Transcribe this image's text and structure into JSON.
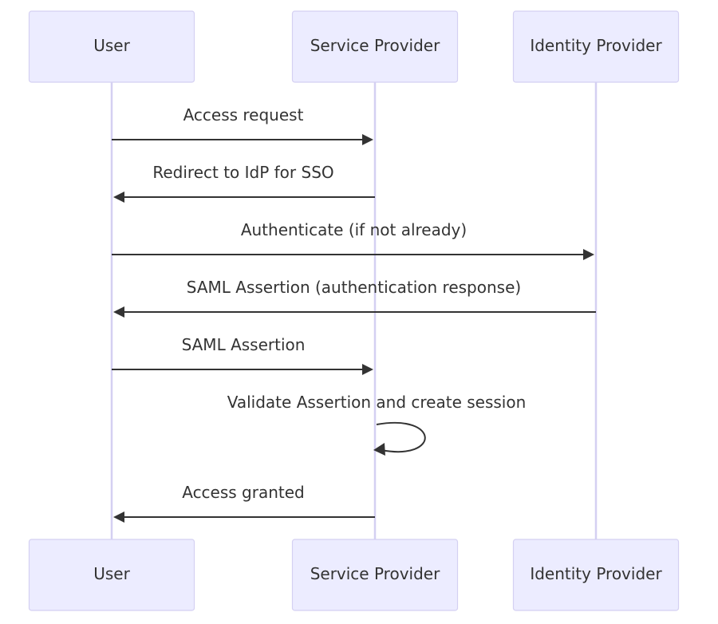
{
  "participants": [
    {
      "id": "user",
      "label": "User"
    },
    {
      "id": "sp",
      "label": "Service Provider"
    },
    {
      "id": "idp",
      "label": "Identity Provider"
    }
  ],
  "messages": [
    {
      "from": "user",
      "to": "sp",
      "label": "Access request"
    },
    {
      "from": "sp",
      "to": "user",
      "label": "Redirect to IdP for SSO"
    },
    {
      "from": "user",
      "to": "idp",
      "label": "Authenticate (if not already)"
    },
    {
      "from": "idp",
      "to": "user",
      "label": "SAML Assertion (authentication response)"
    },
    {
      "from": "user",
      "to": "sp",
      "label": "SAML Assertion"
    },
    {
      "from": "sp",
      "to": "sp",
      "label": "Validate Assertion and create session"
    },
    {
      "from": "sp",
      "to": "user",
      "label": "Access granted"
    }
  ],
  "colors": {
    "actor_fill": "#ececff",
    "actor_stroke": "#d4d0f2",
    "line": "#333333"
  }
}
